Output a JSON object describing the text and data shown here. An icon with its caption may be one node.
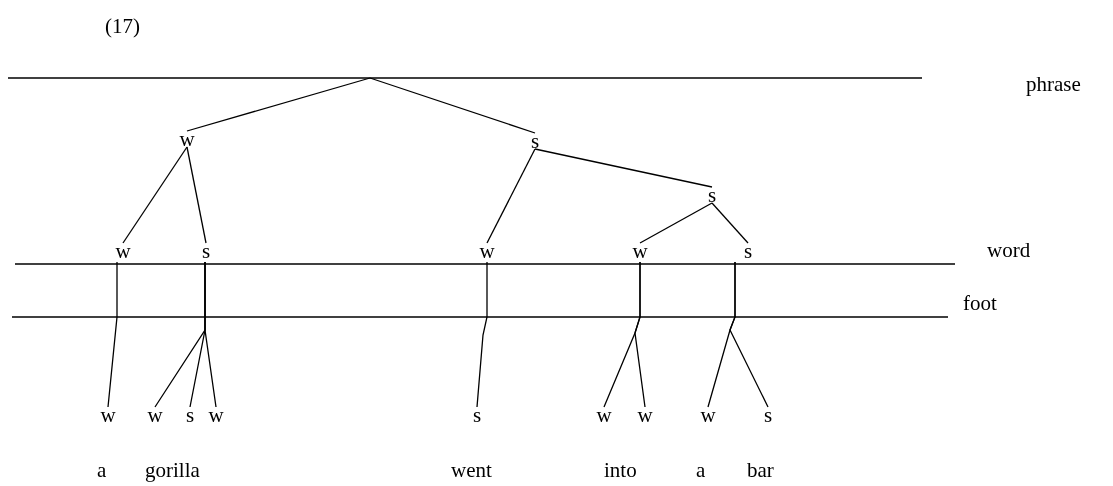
{
  "diagram": {
    "nodes": [
      {
        "text": [
          "w"
        ]
      },
      {
        "text": [
          "s"
        ]
      },
      {
        "text": [
          "s"
        ]
      },
      {
        "text": [
          "w"
        ]
      },
      {
        "text": [
          "s"
        ]
      },
      {
        "text": [
          "w"
        ]
      },
      {
        "text": [
          "w"
        ]
      },
      {
        "text": [
          "s"
        ]
      },
      {
        "text": [
          "w"
        ]
      },
      {
        "text": [
          "w"
        ]
      },
      {
        "text": [
          "s"
        ]
      },
      {
        "text": [
          "w"
        ]
      },
      {
        "text": [
          "s"
        ]
      },
      {
        "text": [
          "w"
        ]
      },
      {
        "text": [
          "w"
        ]
      },
      {
        "text": [
          "w"
        ]
      },
      {
        "text": [
          "s"
        ]
      }
    ],
    "edges": [
      {
        "from": null,
        "to": 0,
        "arrow": "none"
      },
      {
        "from": null,
        "to": 1,
        "arrow": "none"
      },
      {
        "from": 0,
        "to": 3,
        "arrow": "none"
      },
      {
        "from": 0,
        "to": 4,
        "arrow": "none"
      },
      {
        "from": 1,
        "to": 5,
        "arrow": "none"
      },
      {
        "from": 1,
        "to": 2,
        "arrow": "none"
      },
      {
        "from": 2,
        "to": 6,
        "arrow": "none"
      },
      {
        "from": 2,
        "to": 7,
        "arrow": "none"
      },
      {
        "from": 3,
        "to": 8,
        "arrow": "none"
      },
      {
        "from": 4,
        "to": 9,
        "arrow": "none"
      },
      {
        "from": 4,
        "to": 10,
        "arrow": "none"
      },
      {
        "from": 4,
        "to": 11,
        "arrow": "none"
      },
      {
        "from": 5,
        "to": 12,
        "arrow": "none"
      },
      {
        "from": 6,
        "to": 13,
        "arrow": "none"
      },
      {
        "from": 6,
        "to": 14,
        "arrow": "none"
      },
      {
        "from": 7,
        "to": 15,
        "arrow": "none"
      },
      {
        "from": 7,
        "to": 16,
        "arrow": "none"
      }
    ],
    "labels": [
      "(17)",
      "phrase",
      "word",
      "foot",
      "a",
      "gorilla",
      "went",
      "into",
      "a",
      "bar"
    ]
  }
}
